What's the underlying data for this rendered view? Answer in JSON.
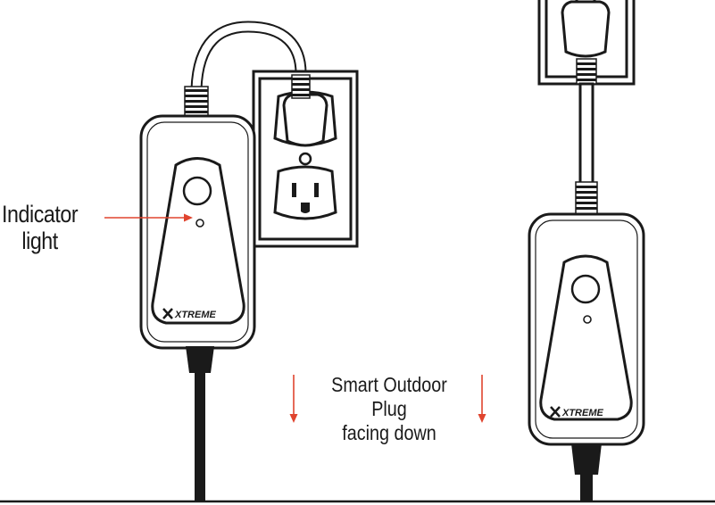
{
  "labels": {
    "indicator_line1": "Indicator",
    "indicator_line2": "light",
    "caption_line1": "Smart Outdoor Plug",
    "caption_line2": "facing down"
  },
  "brand": {
    "logo_text": "XTREME"
  },
  "colors": {
    "outline": "#1a1a1a",
    "accent_arrow": "#e0442e",
    "background": "#ffffff"
  },
  "icons": [
    "indicator-pointer-arrow",
    "down-arrow-icon",
    "wall-outlet-icon",
    "xtreme-logo-icon"
  ]
}
